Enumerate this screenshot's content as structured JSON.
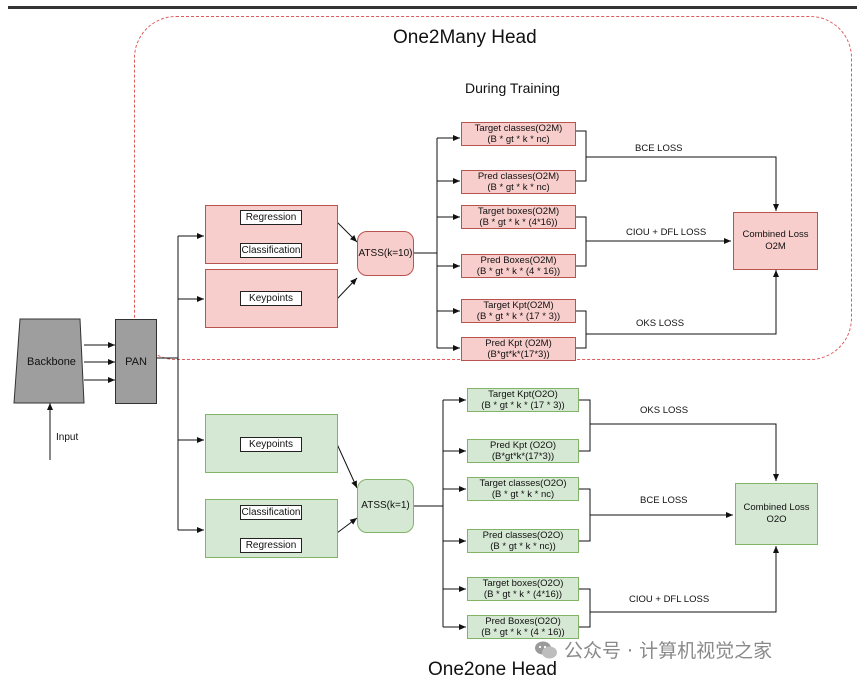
{
  "titles": {
    "o2m": "One2Many Head",
    "o2o": "One2one Head",
    "during_training": "During Training"
  },
  "blocks": {
    "backbone": "Backbone",
    "pan": "PAN",
    "input": "Input",
    "atss_o2m": "ATSS(k=10)",
    "atss_o2o": "ATSS(k=1)"
  },
  "heads": {
    "regression": "Regression",
    "classification": "Classification",
    "keypoints": "Keypoints"
  },
  "o2m": {
    "target_classes": [
      "Target classes(O2M)",
      "(B * gt * k * nc)"
    ],
    "pred_classes": [
      "Pred classes(O2M)",
      "(B * gt * k * nc)"
    ],
    "target_boxes": [
      "Target boxes(O2M)",
      "(B * gt * k * (4*16))"
    ],
    "pred_boxes": [
      "Pred Boxes(O2M)",
      "(B * gt * k * (4 * 16))"
    ],
    "target_kpt": [
      "Target Kpt(O2M)",
      "(B * gt * k * (17 * 3))"
    ],
    "pred_kpt": [
      "Pred Kpt (O2M)",
      "(B*gt*k*(17*3))"
    ],
    "combined": [
      "Combined Loss",
      "O2M"
    ]
  },
  "o2o": {
    "target_kpt": [
      "Target Kpt(O2O)",
      "(B * gt * k * (17 * 3))"
    ],
    "pred_kpt": [
      "Pred Kpt (O2O)",
      "(B*gt*k*(17*3))"
    ],
    "target_classes": [
      "Target classes(O2O)",
      "(B * gt * k * nc)"
    ],
    "pred_classes": [
      "Pred classes(O2O)",
      "(B * gt * k * nc))"
    ],
    "target_boxes": [
      "Target boxes(O2O)",
      "(B * gt * k * (4*16))"
    ],
    "pred_boxes": [
      "Pred Boxes(O2O)",
      "(B * gt * k * (4 * 16))"
    ],
    "combined": [
      "Combined Loss",
      "O2O"
    ]
  },
  "losses": {
    "bce": "BCE LOSS",
    "ciou_dfl": "CIOU + DFL LOSS",
    "oks": "OKS LOSS"
  },
  "watermark": {
    "text": "公众号 · 计算机视觉之家",
    "icon": "wechat-icon"
  },
  "colors": {
    "o2m_fill": "#f8cecc",
    "o2m_border": "#b85450",
    "o2o_fill": "#d5e8d4",
    "o2o_border": "#82b366",
    "region_dash": "#e05a5a",
    "backbone_fill": "#9e9e9e"
  }
}
